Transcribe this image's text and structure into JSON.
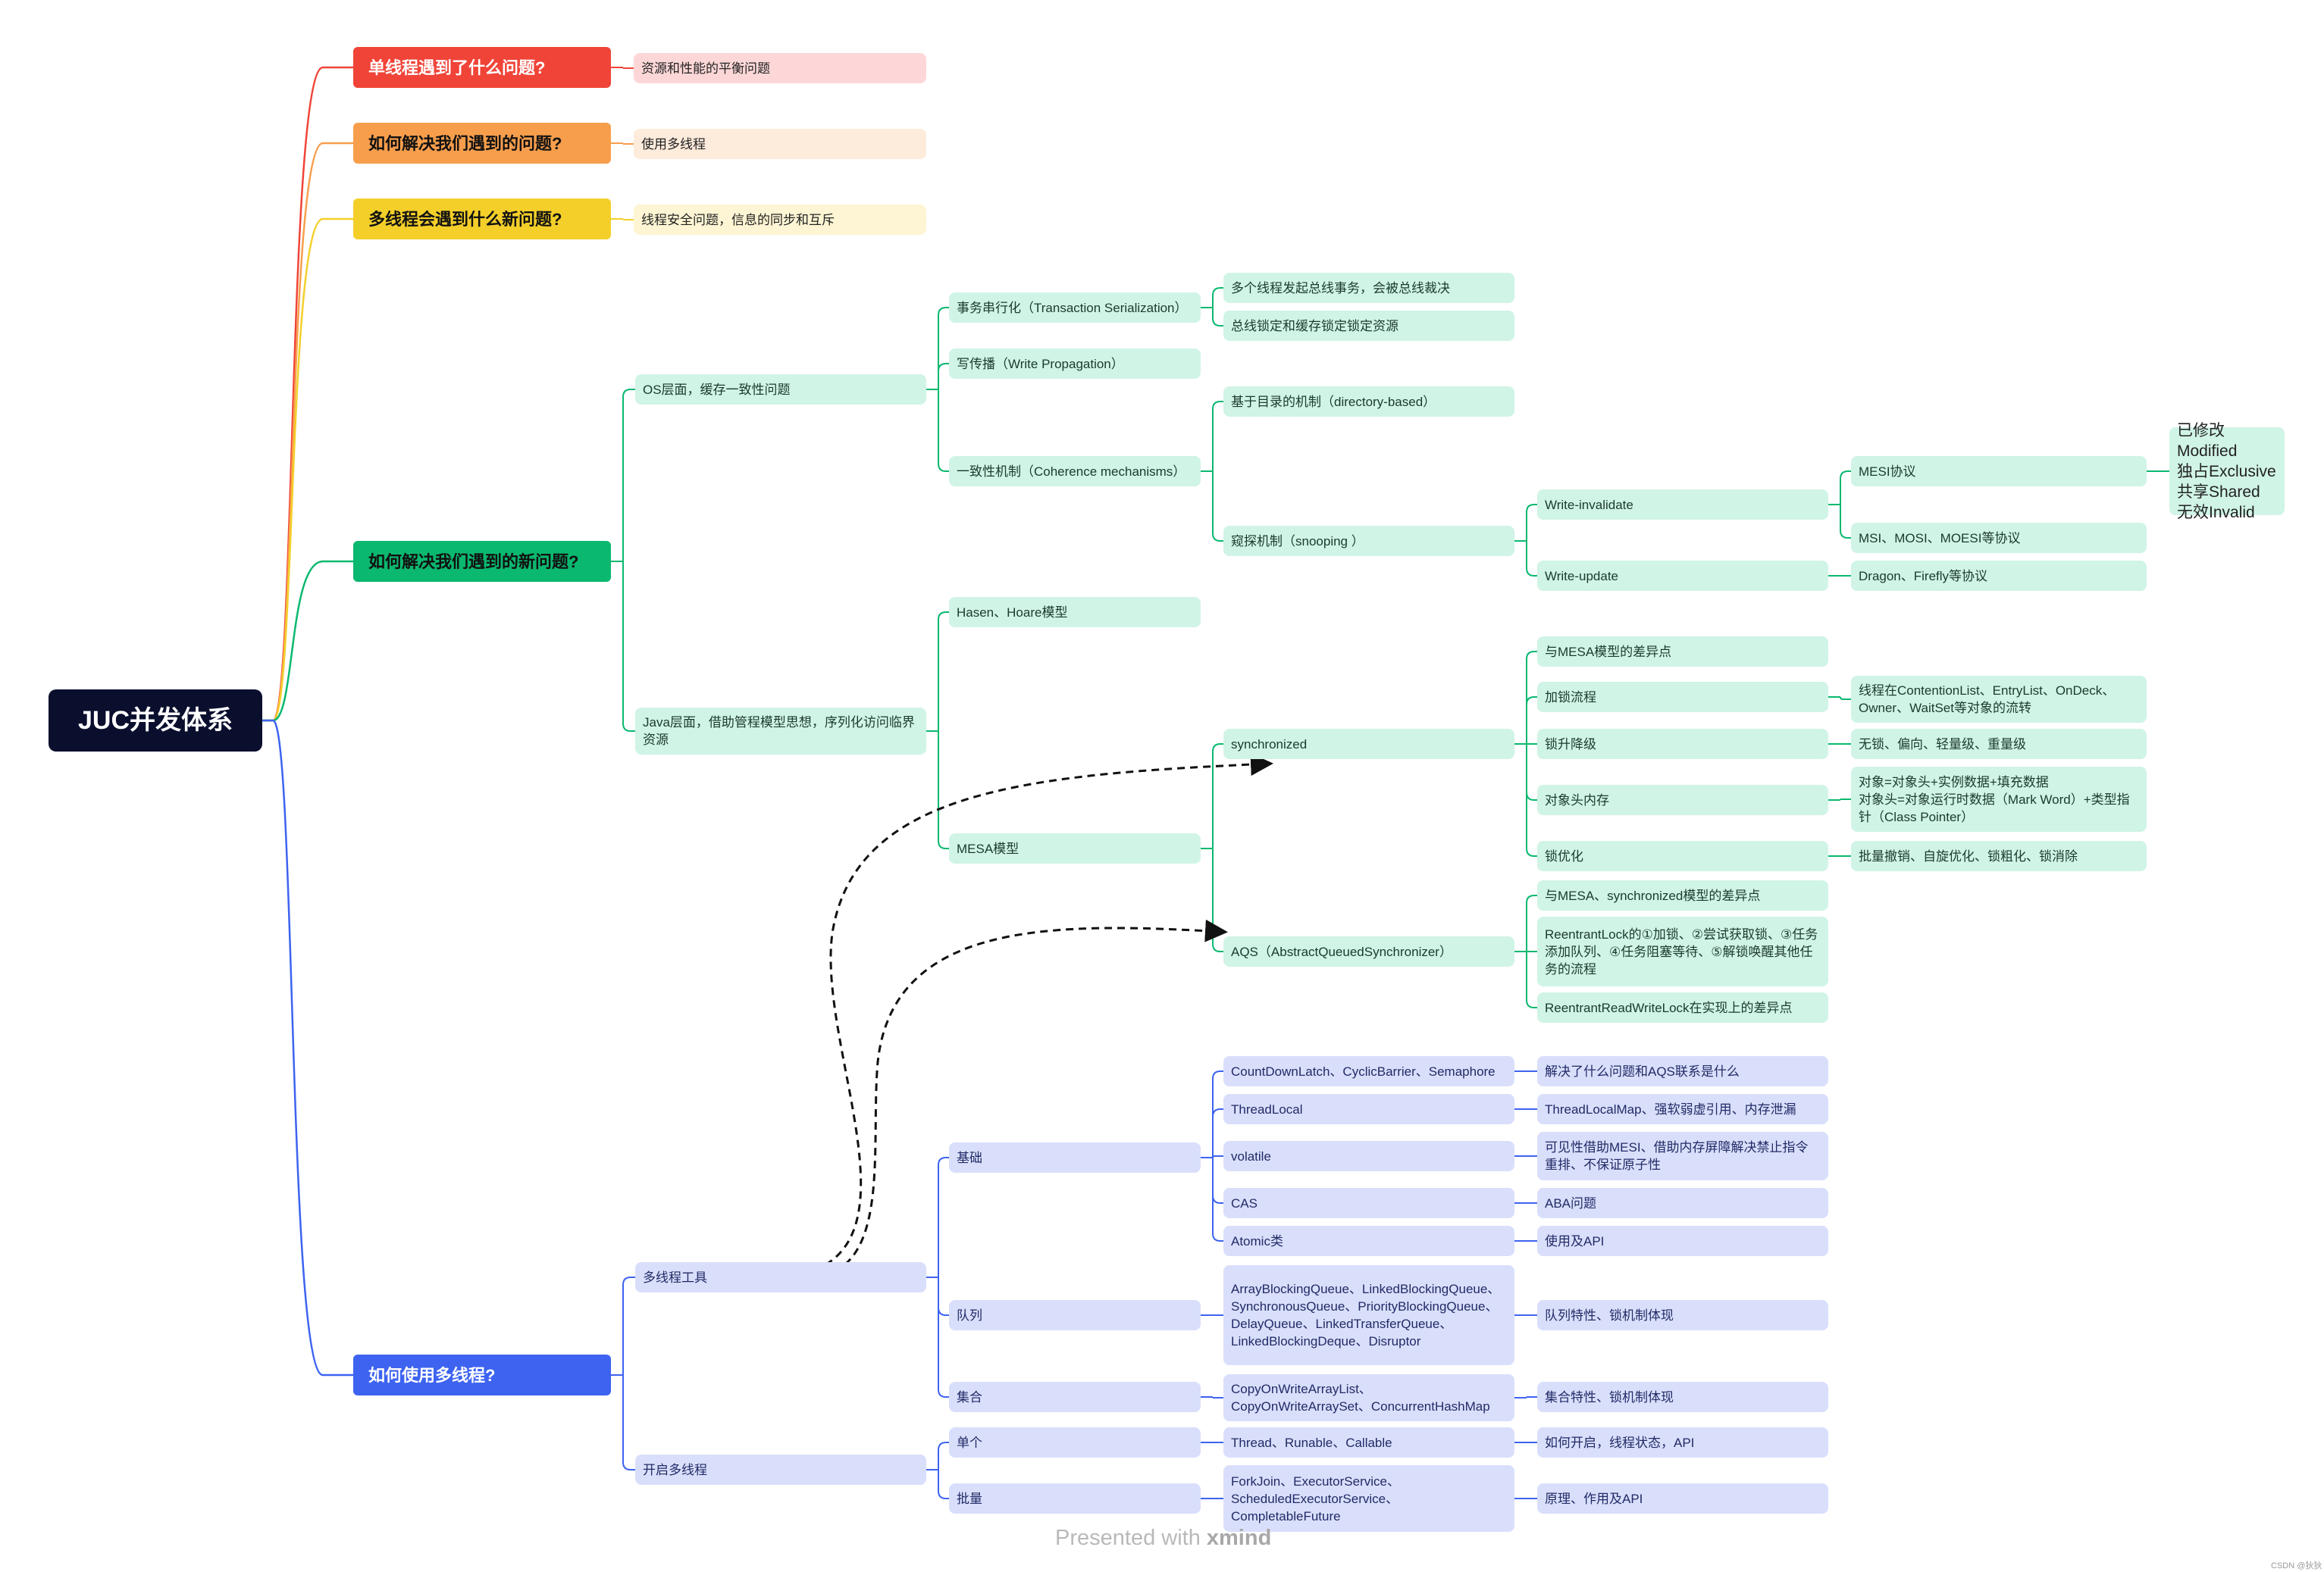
{
  "mindmap": {
    "root": "JUC并发体系",
    "colors": {
      "red": "#f04438",
      "orange": "#f79e4c",
      "yellow": "#f4cf2a",
      "green": "#0ab86f",
      "blue": "#3d63f0",
      "root": "#0b0f2e",
      "green_node": "#d0f4e6",
      "blue_node": "#d9dffb"
    },
    "m1": {
      "title": "单线程遇到了什么问题?",
      "note": "资源和性能的平衡问题"
    },
    "m2": {
      "title": "如何解决我们遇到的问题?",
      "note": "使用多线程"
    },
    "m3": {
      "title": "多线程会遇到什么新问题?",
      "note": "线程安全问题，信息的同步和互斥"
    },
    "m4": {
      "title": "如何解决我们遇到的新问题?",
      "os": {
        "label": "OS层面，缓存一致性问题",
        "ts": {
          "label": "事务串行化（Transaction Serialization）",
          "c1": "多个线程发起总线事务，会被总线裁决",
          "c2": "总线锁定和缓存锁定锁定资源"
        },
        "wp": "写传播（Write Propagation）",
        "cm": {
          "label": "一致性机制（Coherence mechanisms）",
          "dir": "基于目录的机制（directory-based）",
          "snoop": {
            "label": "窥探机制（snooping ）",
            "wi": {
              "label": "Write-invalidate",
              "mesi": "MESI协议",
              "mesi_states": "已修改Modified\n独占Exclusive\n共享Shared\n无效Invalid",
              "variants": "MSI、MOSI、MOESI等协议"
            },
            "wu": {
              "label": "Write-update",
              "protocols": "Dragon、Firefly等协议"
            }
          }
        }
      },
      "java": {
        "label": "Java层面，借助管程模型思想，序列化访问临界资源",
        "hasen": "Hasen、Hoare模型",
        "mesa": {
          "label": "MESA模型",
          "sync": {
            "label": "synchronized",
            "diff": "与MESA模型的差异点",
            "lock_flow": "加锁流程",
            "lock_flow_detail": "线程在ContentionList、EntryList、OnDeck、Owner、WaitSet等对象的流转",
            "upgrade": "锁升降级",
            "upgrade_detail": "无锁、偏向、轻量级、重量级",
            "header": "对象头内存",
            "header_detail": "对象=对象头+实例数据+填充数据\n对象头=对象运行时数据（Mark Word）+类型指针（Class Pointer）",
            "opt": "锁优化",
            "opt_detail": "批量撤销、自旋优化、锁粗化、锁消除"
          },
          "aqs": {
            "label": "AQS（AbstractQueuedSynchronizer）",
            "diff": "与MESA、synchronized模型的差异点",
            "reentrant": "ReentrantLock的①加锁、②尝试获取锁、③任务添加队列、④任务阻塞等待、⑤解锁唤醒其他任务的流程",
            "rw": "ReentrantReadWriteLock在实现上的差异点"
          }
        }
      }
    },
    "m5": {
      "title": "如何使用多线程?",
      "tools": {
        "label": "多线程工具",
        "basic": {
          "label": "基础",
          "items": [
            {
              "name": "CountDownLatch、CyclicBarrier、Semaphore",
              "note": "解决了什么问题和AQS联系是什么"
            },
            {
              "name": "ThreadLocal",
              "note": "ThreadLocalMap、强软弱虚引用、内存泄漏"
            },
            {
              "name": "volatile",
              "note": "可见性借助MESI、借助内存屏障解决禁止指令重排、不保证原子性"
            },
            {
              "name": "CAS",
              "note": "ABA问题"
            },
            {
              "name": "Atomic类",
              "note": "使用及API"
            }
          ]
        },
        "queue": {
          "label": "队列",
          "items": "ArrayBlockingQueue、LinkedBlockingQueue、SynchronousQueue、PriorityBlockingQueue、DelayQueue、LinkedTransferQueue、LinkedBlockingDeque、Disruptor",
          "note": "队列特性、锁机制体现"
        },
        "set": {
          "label": "集合",
          "items": "CopyOnWriteArrayList、CopyOnWriteArraySet、ConcurrentHashMap",
          "note": "集合特性、锁机制体现"
        }
      },
      "start": {
        "label": "开启多线程",
        "single": {
          "label": "单个",
          "items": "Thread、Runable、Callable",
          "note": "如何开启，线程状态，API"
        },
        "batch": {
          "label": "批量",
          "items": "ForkJoin、ExecutorService、ScheduledExecutorService、CompletableFuture",
          "note": "原理、作用及API"
        }
      }
    },
    "watermark": {
      "prefix": "Presented with ",
      "brand": "xmind"
    },
    "credit": "CSDN @狄狄"
  }
}
